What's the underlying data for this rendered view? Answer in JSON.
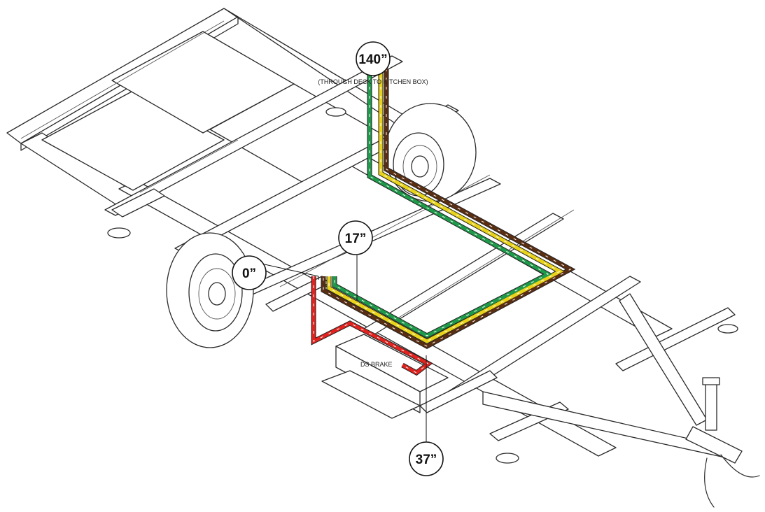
{
  "callouts": {
    "top": "140”",
    "zero": "0”",
    "mid": "17”",
    "bottom": "37”"
  },
  "notes": {
    "kitchen": "(THROUGH DECK TO KITCHEN BOX)",
    "brake": "DS BRAKE"
  },
  "wire_colors": {
    "brown": "#5a2e12",
    "yellow": "#e8d21a",
    "green": "#1f9a4a",
    "red": "#e0231f",
    "dash": "#ffffff"
  }
}
